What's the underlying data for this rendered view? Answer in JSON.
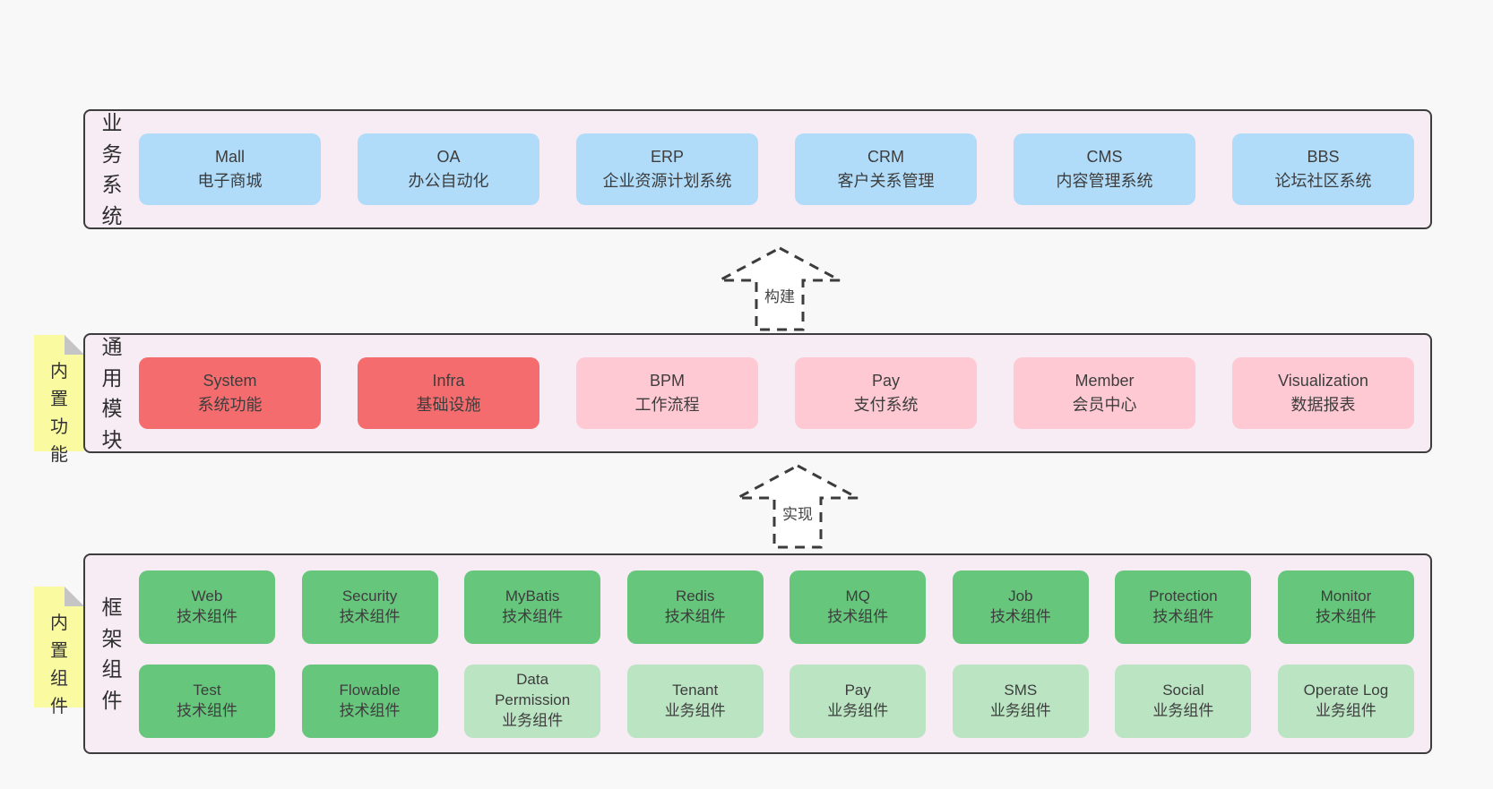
{
  "colors": {
    "page_background": "#f8f8f8",
    "container_background": "#f7ecf4",
    "container_border": "#3d3d3d",
    "blue_box": "#b0dcfa",
    "red_box": "#f56c6f",
    "pink_box": "#fec9d3",
    "green_box": "#66c67c",
    "light_green_box": "#bbe4c3",
    "note_background": "#fafaa1",
    "note_fold": "#c5c5c5",
    "text": "#3d3d3d"
  },
  "arrows": [
    {
      "label": "构建"
    },
    {
      "label": "实现"
    }
  ],
  "layers": [
    {
      "label": "业务系统",
      "rows": [
        [
          {
            "en": "Mall",
            "cn": "电子商城",
            "variant": "blue"
          },
          {
            "en": "OA",
            "cn": "办公自动化",
            "variant": "blue"
          },
          {
            "en": "ERP",
            "cn": "企业资源计划系统",
            "variant": "blue"
          },
          {
            "en": "CRM",
            "cn": "客户关系管理",
            "variant": "blue"
          },
          {
            "en": "CMS",
            "cn": "内容管理系统",
            "variant": "blue"
          },
          {
            "en": "BBS",
            "cn": "论坛社区系统",
            "variant": "blue"
          }
        ]
      ]
    },
    {
      "label": "通用模块",
      "note": "内置功能",
      "rows": [
        [
          {
            "en": "System",
            "cn": "系统功能",
            "variant": "red"
          },
          {
            "en": "Infra",
            "cn": "基础设施",
            "variant": "red"
          },
          {
            "en": "BPM",
            "cn": "工作流程",
            "variant": "pink"
          },
          {
            "en": "Pay",
            "cn": "支付系统",
            "variant": "pink"
          },
          {
            "en": "Member",
            "cn": "会员中心",
            "variant": "pink"
          },
          {
            "en": "Visualization",
            "cn": "数据报表",
            "variant": "pink"
          }
        ]
      ]
    },
    {
      "label": "框架组件",
      "note": "内置组件",
      "rows": [
        [
          {
            "en": "Web",
            "cn": "技术组件",
            "variant": "green"
          },
          {
            "en": "Security",
            "cn": "技术组件",
            "variant": "green"
          },
          {
            "en": "MyBatis",
            "cn": "技术组件",
            "variant": "green"
          },
          {
            "en": "Redis",
            "cn": "技术组件",
            "variant": "green"
          },
          {
            "en": "MQ",
            "cn": "技术组件",
            "variant": "green"
          },
          {
            "en": "Job",
            "cn": "技术组件",
            "variant": "green"
          },
          {
            "en": "Protection",
            "cn": "技术组件",
            "variant": "green"
          },
          {
            "en": "Monitor",
            "cn": "技术组件",
            "variant": "green"
          }
        ],
        [
          {
            "en": "Test",
            "cn": "技术组件",
            "variant": "green"
          },
          {
            "en": "Flowable",
            "cn": "技术组件",
            "variant": "green"
          },
          {
            "en": "Data Permission",
            "cn": "业务组件",
            "variant": "light-green"
          },
          {
            "en": "Tenant",
            "cn": "业务组件",
            "variant": "light-green"
          },
          {
            "en": "Pay",
            "cn": "业务组件",
            "variant": "light-green"
          },
          {
            "en": "SMS",
            "cn": "业务组件",
            "variant": "light-green"
          },
          {
            "en": "Social",
            "cn": "业务组件",
            "variant": "light-green"
          },
          {
            "en": "Operate Log",
            "cn": "业务组件",
            "variant": "light-green"
          }
        ]
      ]
    }
  ]
}
